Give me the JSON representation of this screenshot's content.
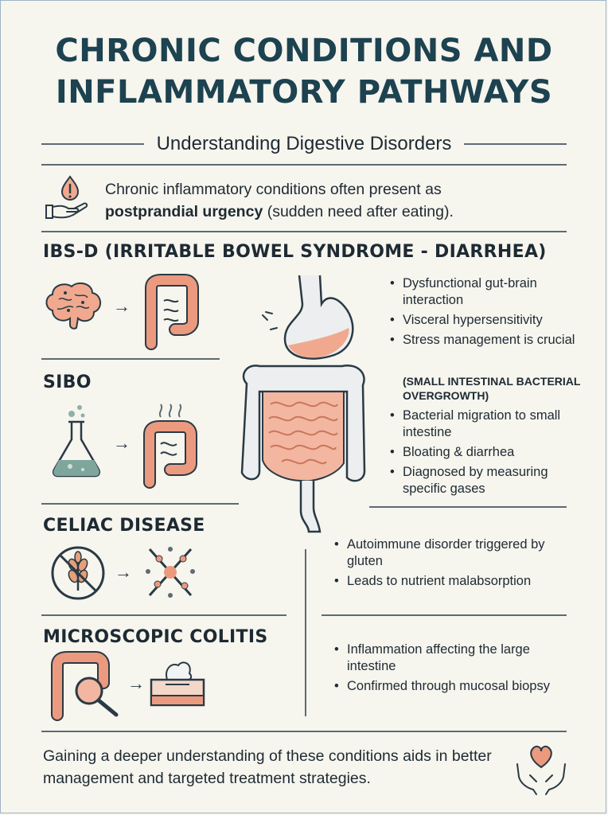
{
  "header": {
    "title_line1": "CHRONIC CONDITIONS AND",
    "title_line2": "INFLAMMATORY PATHWAYS",
    "subtitle": "Understanding Digestive Disorders"
  },
  "intro": {
    "text_before": "Chronic inflammatory conditions often present as",
    "bold": "postprandial urgency",
    "text_after": " (sudden need after eating)."
  },
  "sections": {
    "ibs": {
      "heading": "IBS-D (IRRITABLE BOWEL SYNDROME - DIARRHEA)",
      "bullets": [
        "Dysfunctional gut-brain interaction",
        "Visceral hypersensitivity",
        "Stress management is crucial"
      ]
    },
    "sibo": {
      "heading": "SIBO",
      "full_name": "(SMALL INTESTINAL BACTERIAL OVERGROWTH)",
      "bullets": [
        "Bacterial migration to small intestine",
        "Bloating & diarrhea",
        "Diagnosed by measuring specific gases"
      ]
    },
    "celiac": {
      "heading": "CELIAC DISEASE",
      "bullets": [
        "Autoimmune disorder triggered by gluten",
        "Leads to nutrient malabsorption"
      ]
    },
    "colitis": {
      "heading": "MICROSCOPIC COLITIS",
      "bullets": [
        "Inflammation affecting the large intestine",
        "Confirmed through mucosal biopsy"
      ]
    }
  },
  "footer": {
    "text": "Gaining a deeper understanding of these conditions aids in better management and targeted treatment strategies."
  },
  "arrow_glyph": "→",
  "colors": {
    "title": "#1d4250",
    "accent": "#e8957a",
    "teal": "#5f8f86",
    "outline": "#2a3a44",
    "background": "#f6f5ee"
  }
}
